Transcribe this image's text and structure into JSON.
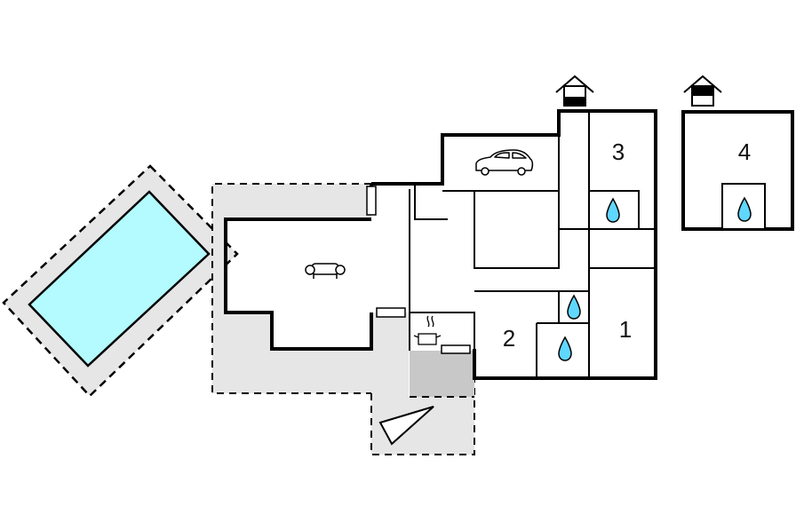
{
  "floorplan": {
    "rooms": [
      {
        "id": "bedroom-1",
        "label": "1"
      },
      {
        "id": "bedroom-2",
        "label": "2"
      },
      {
        "id": "bedroom-3",
        "label": "3"
      },
      {
        "id": "bedroom-4",
        "label": "4"
      }
    ],
    "colors": {
      "pool_water": "#b3fbff",
      "terrace": "#e6e6e6",
      "covered_terrace": "#c8c8c8",
      "walls": "#000000"
    },
    "icons": [
      "car-icon",
      "sofa-icon",
      "kitchen-icon",
      "water-drop-icon",
      "house-entrance-icon",
      "compass-arrow-icon"
    ]
  }
}
